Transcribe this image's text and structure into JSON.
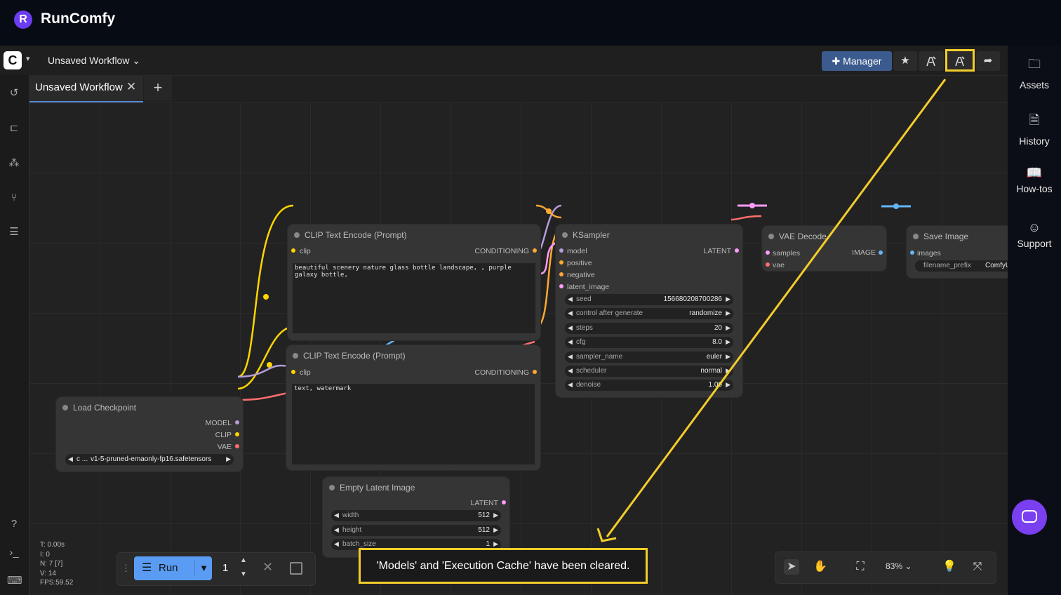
{
  "brand": {
    "logo_letter": "R",
    "name": "RunComfy"
  },
  "appbar": {
    "logo_letter": "C",
    "workflow_menu": "Unsaved Workflow ⌄",
    "manager_label": "Manager",
    "icons": [
      "puzzle-icon",
      "star-icon",
      "clear-cache-icon",
      "clear-cache-icon",
      "share-icon"
    ]
  },
  "tabs": [
    {
      "label": "Unsaved Workflow"
    }
  ],
  "right_sidebar": [
    {
      "label": "Assets",
      "icon": "folder-icon"
    },
    {
      "label": "History",
      "icon": "history-file-icon"
    },
    {
      "label": "How-tos",
      "icon": "book-icon"
    },
    {
      "label": "Support",
      "icon": "discord-icon"
    }
  ],
  "nodes": {
    "clip_positive": {
      "title": "CLIP Text Encode (Prompt)",
      "input": "clip",
      "output": "CONDITIONING",
      "text": "beautiful scenery nature glass bottle landscape, , purple galaxy bottle,"
    },
    "clip_negative": {
      "title": "CLIP Text Encode (Prompt)",
      "input": "clip",
      "output": "CONDITIONING",
      "text": "text, watermark"
    },
    "ksampler": {
      "title": "KSampler",
      "inputs": [
        "model",
        "positive",
        "negative",
        "latent_image"
      ],
      "output": "LATENT",
      "widgets": [
        {
          "label": "seed",
          "value": "156680208700286"
        },
        {
          "label": "control after generate",
          "value": "randomize"
        },
        {
          "label": "steps",
          "value": "20"
        },
        {
          "label": "cfg",
          "value": "8.0"
        },
        {
          "label": "sampler_name",
          "value": "euler"
        },
        {
          "label": "scheduler",
          "value": "normal"
        },
        {
          "label": "denoise",
          "value": "1.00"
        }
      ]
    },
    "vae_decode": {
      "title": "VAE Decode",
      "inputs": [
        "samples",
        "vae"
      ],
      "output": "IMAGE"
    },
    "save_image": {
      "title": "Save Image",
      "input": "images",
      "widget_label": "filename_prefix",
      "widget_value": "ComfyUI"
    },
    "load_checkpoint": {
      "title": "Load Checkpoint",
      "outputs": [
        "MODEL",
        "CLIP",
        "VAE"
      ],
      "ckpt_prefix": "c ...",
      "ckpt_value": "v1-5-pruned-emaonly-fp16.safetensors"
    },
    "empty_latent": {
      "title": "Empty Latent Image",
      "output": "LATENT",
      "widgets": [
        {
          "label": "width",
          "value": "512"
        },
        {
          "label": "height",
          "value": "512"
        },
        {
          "label": "batch_size",
          "value": "1"
        }
      ]
    }
  },
  "stats": {
    "t": "T: 0.00s",
    "i": "I: 0",
    "n": "N: 7 [7]",
    "v": "V: 14",
    "fps": "FPS:59.52"
  },
  "runbar": {
    "run_label": "Run",
    "count": "1"
  },
  "toast": {
    "text": "'Models' and 'Execution Cache' have been cleared."
  },
  "toolbox": {
    "zoom": "83%"
  },
  "colors": {
    "highlight": "#f3cd2b",
    "accent": "#5a9cf3",
    "manager": "#3b5b8e",
    "clip": "#ffd500",
    "conditioning": "#ffa931",
    "model": "#b39ddb",
    "vae": "#ff6e6e",
    "latent": "#ff9cf9",
    "image": "#64b5f6",
    "chat": "#7b3ff2"
  }
}
